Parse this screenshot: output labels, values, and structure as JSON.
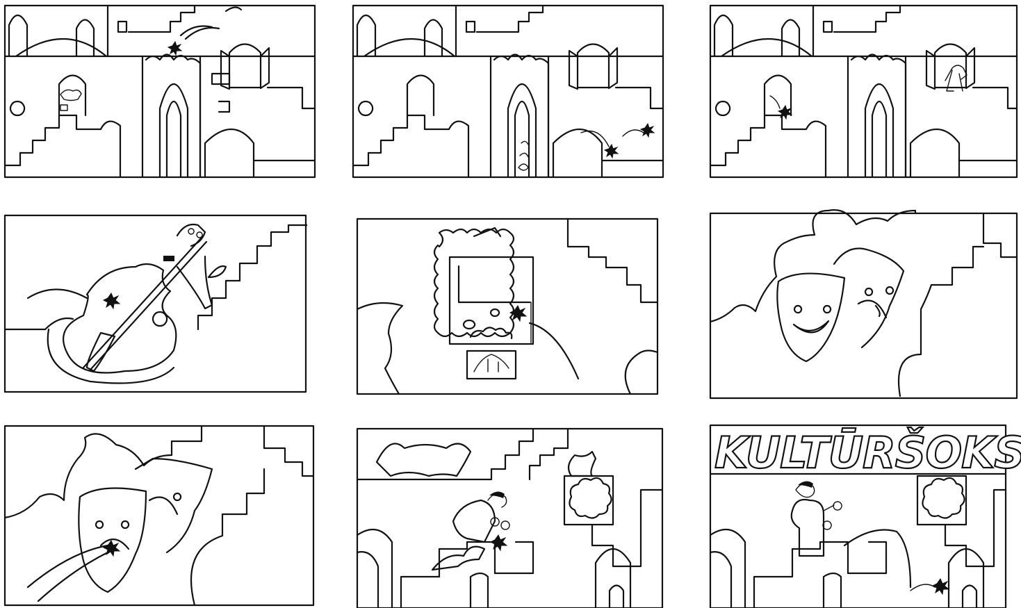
{
  "storyboard": {
    "grid": {
      "rows": 3,
      "columns": 3
    },
    "frames": [
      {
        "id": 1,
        "row": 1,
        "col": 1
      },
      {
        "id": 2,
        "row": 1,
        "col": 2
      },
      {
        "id": 3,
        "row": 1,
        "col": 3
      },
      {
        "id": 4,
        "row": 2,
        "col": 1
      },
      {
        "id": 5,
        "row": 2,
        "col": 2
      },
      {
        "id": 6,
        "row": 2,
        "col": 3
      },
      {
        "id": 7,
        "row": 3,
        "col": 1
      },
      {
        "id": 8,
        "row": 3,
        "col": 2
      },
      {
        "id": 9,
        "row": 3,
        "col": 3
      }
    ],
    "title_text": "KULTŪRŠOKS"
  },
  "colors": {
    "ink": "#111111",
    "paper": "#ffffff"
  }
}
